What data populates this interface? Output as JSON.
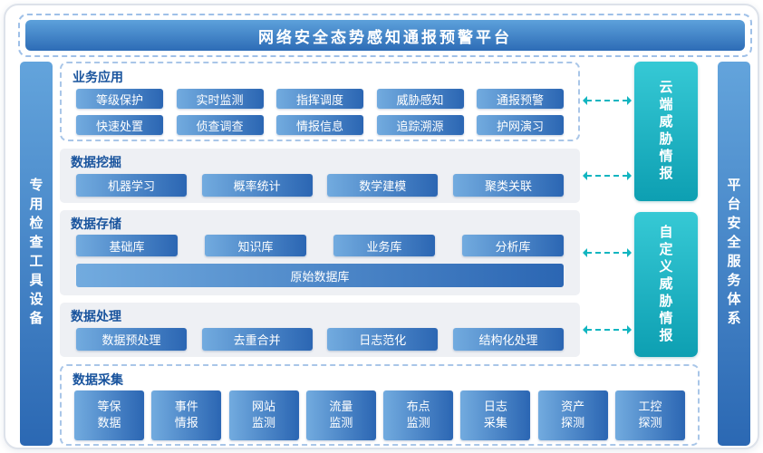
{
  "title": "网络安全态势感知通报预警平台",
  "left_bar": "专用检查工具设备",
  "right_bar": "平台安全服务体系",
  "intel": [
    "云端威胁情报",
    "自定义威胁情报"
  ],
  "sections": {
    "business": {
      "title": "业务应用",
      "rows": [
        [
          "等级保护",
          "实时监测",
          "指挥调度",
          "威胁感知",
          "通报预警"
        ],
        [
          "快速处置",
          "侦查调查",
          "情报信息",
          "追踪溯源",
          "护网演习"
        ]
      ]
    },
    "mining": {
      "title": "数据挖掘",
      "items": [
        "机器学习",
        "概率统计",
        "数学建模",
        "聚类关联"
      ]
    },
    "storage": {
      "title": "数据存储",
      "items": [
        "基础库",
        "知识库",
        "业务库",
        "分析库"
      ],
      "wide": "原始数据库"
    },
    "processing": {
      "title": "数据处理",
      "items": [
        "数据预处理",
        "去重合并",
        "日志范化",
        "结构化处理"
      ]
    },
    "collection": {
      "title": "数据采集",
      "items": [
        "等保\n数据",
        "事件\n情报",
        "网站\n监测",
        "流量\n监测",
        "布点\n监测",
        "日志\n采集",
        "资产\n探测",
        "工控\n探测"
      ]
    }
  },
  "colors": {
    "button_blue_light": "#72abdf",
    "button_blue_dark": "#2b66b3",
    "teal_accent": "#12b5c0",
    "section_title": "#18539d"
  }
}
